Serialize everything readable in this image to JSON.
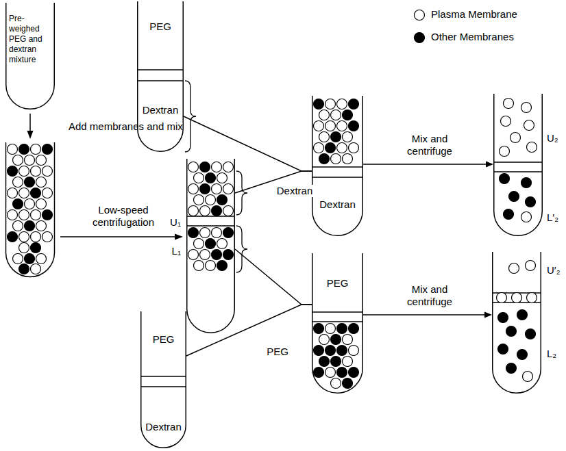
{
  "diagram": {
    "nodes": [
      {
        "text": [
          "Pre-weighed PEG and dextran mixture"
        ]
      },
      {
        "text": [
          "PEG",
          "Dextran"
        ]
      },
      {
        "text": [
          "U₁",
          "L₁"
        ]
      },
      {
        "text": [
          "PEG",
          "Dextran"
        ]
      },
      {
        "text": [
          "Dextran"
        ]
      },
      {
        "text": [
          "PEG"
        ]
      },
      {
        "text": [
          "U₂",
          "L′₂"
        ]
      },
      {
        "text": [
          "U′₂",
          "L₂"
        ]
      }
    ],
    "edges": [
      {
        "from": 1,
        "to": 4,
        "arrow": "none",
        "label": "Dextran"
      },
      {
        "from": 2,
        "to": 4,
        "arrow": "none"
      },
      {
        "from": 2,
        "to": 5,
        "arrow": "none"
      },
      {
        "from": 3,
        "to": 5,
        "arrow": "none",
        "label": "PEG"
      },
      {
        "from": 4,
        "to": 6,
        "arrow": "to",
        "label": "Mix and centrifuge"
      },
      {
        "from": 5,
        "to": 7,
        "arrow": "to",
        "label": "Mix and centrifuge"
      }
    ],
    "labels": [
      "Add membranes and mix",
      "Low-speed centrifugation"
    ],
    "legend": [
      {
        "text": "Plasma Membrane"
      },
      {
        "text": "Other Membranes"
      }
    ]
  }
}
